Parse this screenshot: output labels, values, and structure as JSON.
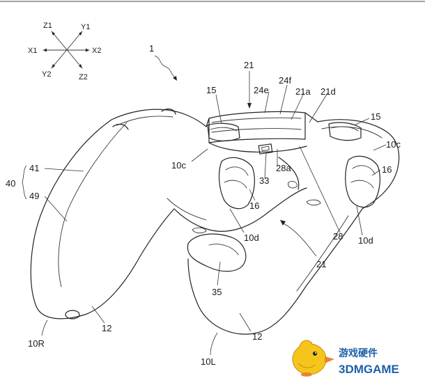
{
  "axes": {
    "z1": "Z1",
    "y1": "Y1",
    "x1": "X1",
    "x2": "X2",
    "y2": "Y2",
    "z2": "Z2"
  },
  "labels": {
    "fig_ref": "1",
    "l21_top": "21",
    "l24e": "24e",
    "l24f": "24f",
    "l21a": "21a",
    "l21d": "21d",
    "l15_left": "15",
    "l15_right": "15",
    "l10c_left": "10c",
    "l10c_right": "10c",
    "l41": "41",
    "l40": "40",
    "l49": "49",
    "l33": "33",
    "l28a": "28a",
    "l16_center": "16",
    "l16_right": "16",
    "l10d_center": "10d",
    "l10d_right": "10d",
    "l28": "28",
    "l21_bottom": "21",
    "l35": "35",
    "l12_left": "12",
    "l12_right": "12",
    "l10R": "10R",
    "l10L": "10L"
  },
  "watermark": {
    "text_cn": "游戏硬件",
    "text_en": "3DMGAME"
  },
  "colors": {
    "ink": "#222222",
    "watermark_blue": "#1d5fa8",
    "mascot_yellow": "#f5c51c",
    "mascot_orange": "#e8852a"
  }
}
